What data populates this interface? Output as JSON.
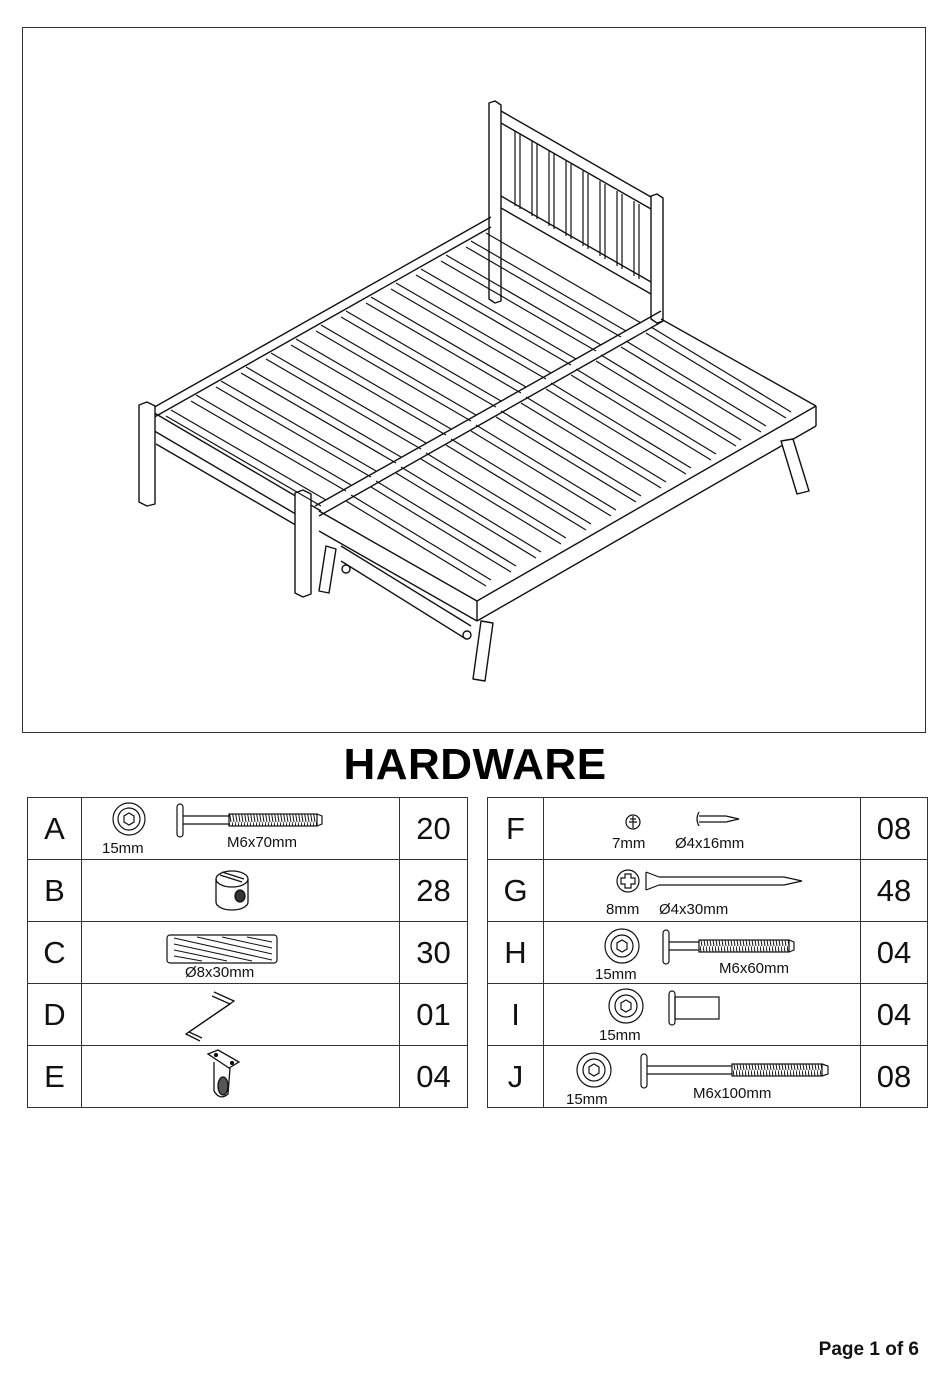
{
  "illustration": {
    "subject": "assembled-bed-frame-with-trundle",
    "name": "bed-illustration"
  },
  "title": "HARDWARE",
  "hardware_left": [
    {
      "letter": "A",
      "qty": "20",
      "labels": [
        "15mm",
        "M6x70mm"
      ],
      "icon": "bolt-with-washer-icon"
    },
    {
      "letter": "B",
      "qty": "28",
      "labels": [],
      "icon": "barrel-nut-icon"
    },
    {
      "letter": "C",
      "qty": "30",
      "labels": [
        "Ø8x30mm"
      ],
      "icon": "wooden-dowel-icon"
    },
    {
      "letter": "D",
      "qty": "01",
      "labels": [],
      "icon": "allen-key-icon"
    },
    {
      "letter": "E",
      "qty": "04",
      "labels": [],
      "icon": "caster-wheel-icon"
    }
  ],
  "hardware_right": [
    {
      "letter": "F",
      "qty": "08",
      "labels": [
        "7mm",
        "Ø4x16mm"
      ],
      "icon": "short-screw-icon"
    },
    {
      "letter": "G",
      "qty": "48",
      "labels": [
        "8mm",
        "Ø4x30mm"
      ],
      "icon": "wood-screw-icon"
    },
    {
      "letter": "H",
      "qty": "04",
      "labels": [
        "15mm",
        "M6x60mm"
      ],
      "icon": "bolt-with-washer-icon"
    },
    {
      "letter": "I",
      "qty": "04",
      "labels": [
        "15mm"
      ],
      "icon": "connector-bolt-icon"
    },
    {
      "letter": "J",
      "qty": "08",
      "labels": [
        "15mm",
        "M6x100mm"
      ],
      "icon": "long-bolt-with-washer-icon"
    }
  ],
  "footer": {
    "page_label": "Page 1 of 6"
  }
}
